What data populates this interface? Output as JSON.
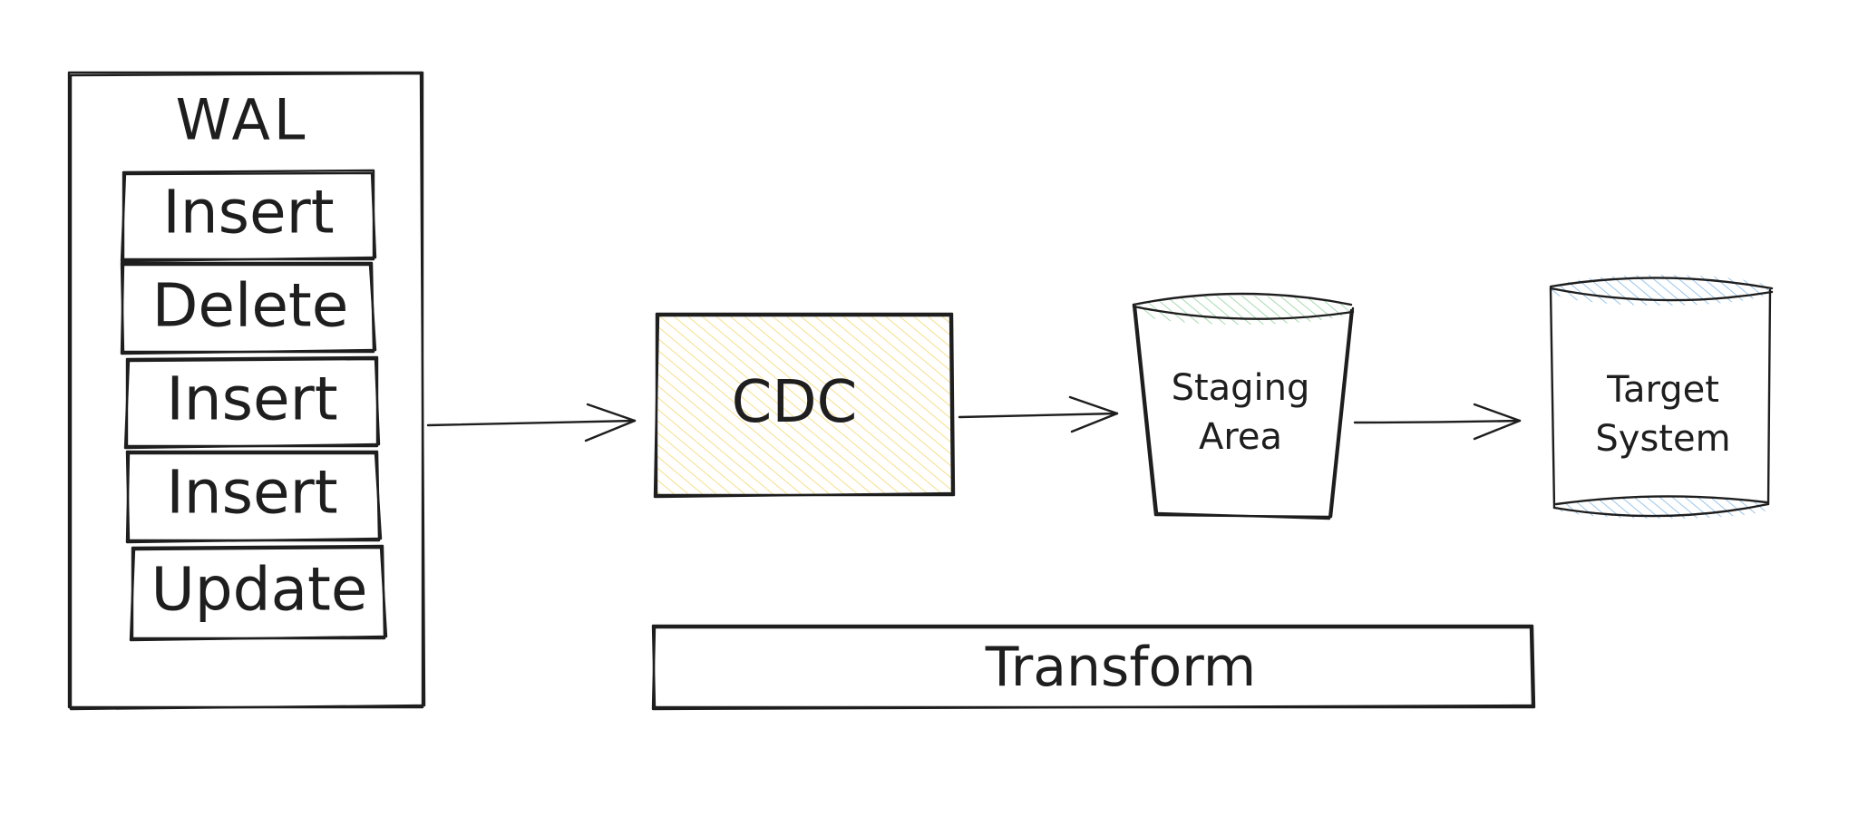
{
  "wal": {
    "title": "WAL",
    "entries": [
      {
        "label": "Insert"
      },
      {
        "label": "Delete"
      },
      {
        "label": "Insert"
      },
      {
        "label": "Insert"
      },
      {
        "label": "Update"
      }
    ]
  },
  "cdc": {
    "label": "CDC",
    "fill_color": "#ffec99"
  },
  "staging": {
    "line1": "Staging",
    "line2": "Area",
    "fill_color": "#b2f2bb"
  },
  "target": {
    "line1": "Target",
    "line2": "System",
    "fill_color": "#a5d8ff"
  },
  "transform": {
    "label": "Transform"
  },
  "stroke_color": "#1e1e1e"
}
